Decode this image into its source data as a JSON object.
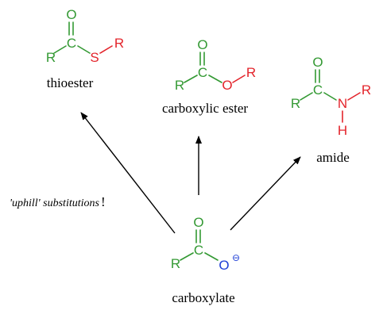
{
  "colors": {
    "carbon": "#339933",
    "sulfur": "#e3242b",
    "r_group": "#e3242b",
    "carboxyl_o": "#339933",
    "ester_o": "#e3242b",
    "nitrogen": "#e3242b",
    "carboxylate_o": "#1f3fd6",
    "text": "#000000"
  },
  "molecules": {
    "thioester": {
      "name": "thioester",
      "atoms": {
        "o": "O",
        "c": "C",
        "r": "R",
        "s": "S",
        "r2": "R"
      }
    },
    "ester": {
      "name": "carboxylic ester",
      "atoms": {
        "o": "O",
        "c": "C",
        "r": "R",
        "o2": "O",
        "r2": "R"
      }
    },
    "amide": {
      "name": "amide",
      "atoms": {
        "o": "O",
        "c": "C",
        "r": "R",
        "n": "N",
        "r2": "R",
        "h": "H"
      }
    },
    "carboxylate": {
      "name": "carboxylate",
      "atoms": {
        "o": "O",
        "c": "C",
        "r": "R",
        "o2": "O",
        "charge": "⊖"
      }
    }
  },
  "annotation": {
    "text": "'uphill' substitutions",
    "bang": "!"
  }
}
